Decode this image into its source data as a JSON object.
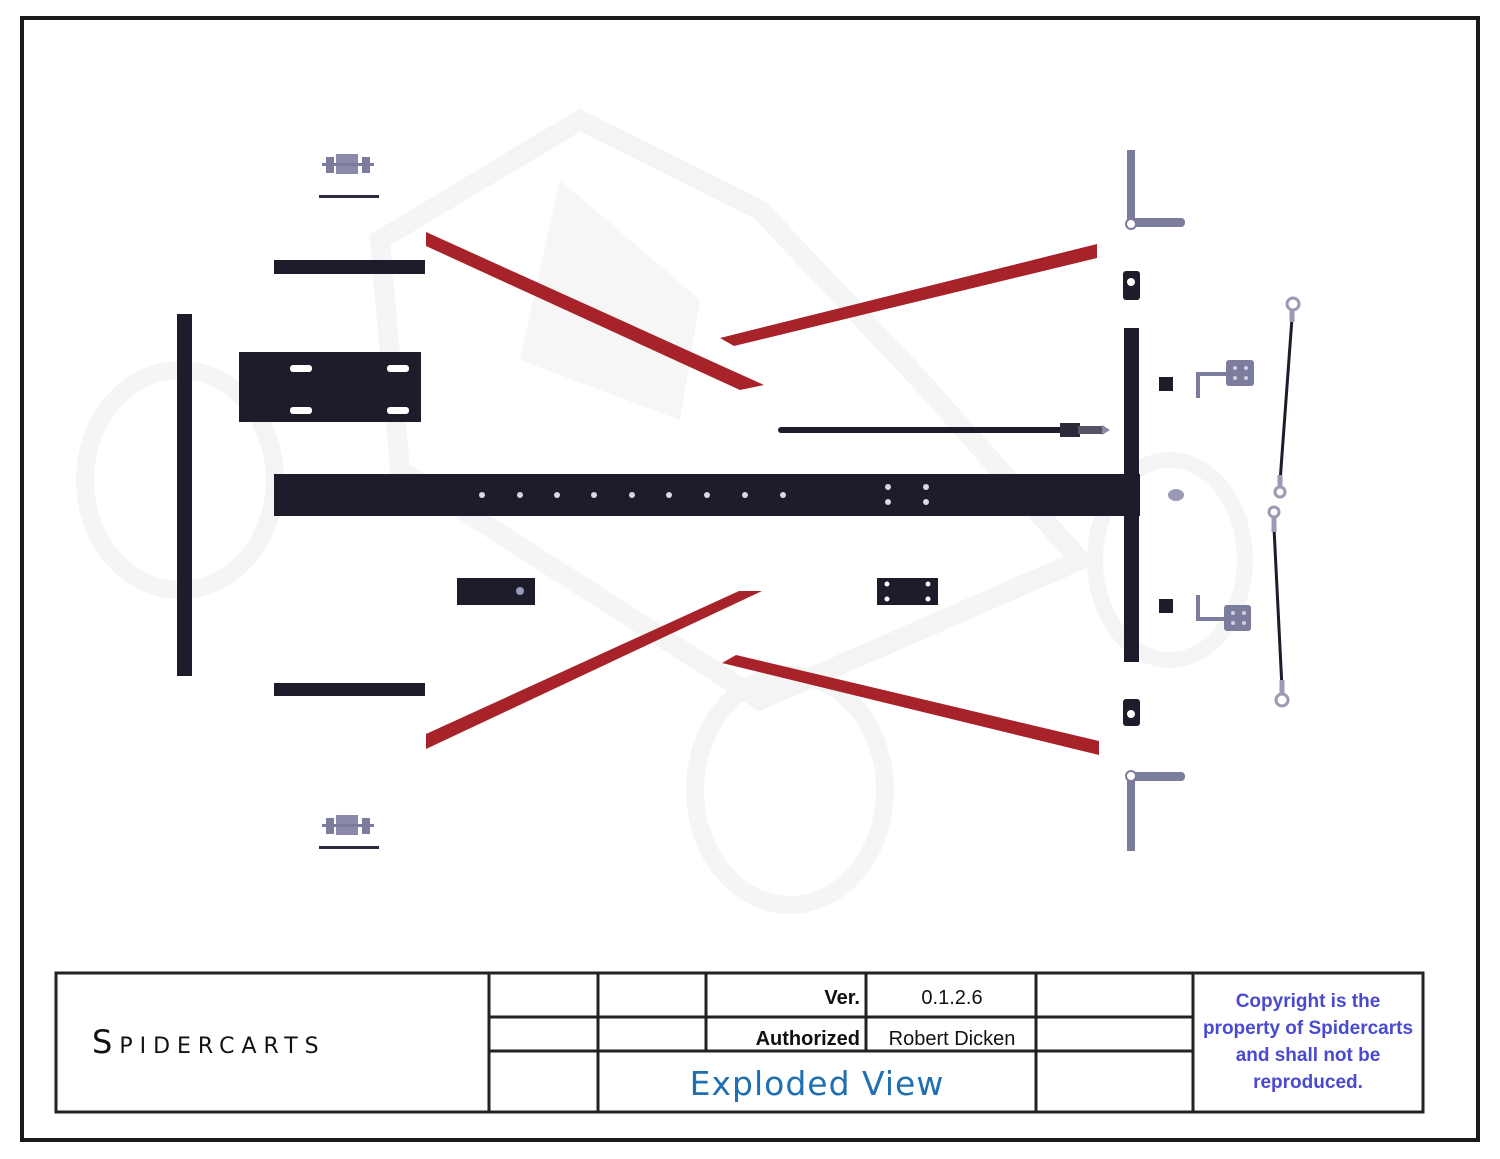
{
  "title_block": {
    "company": "Spidercarts",
    "version_label": "Ver.",
    "version_value": "0.1.2.6",
    "authorized_label": "Authorized",
    "authorized_value": "Robert Dicken",
    "view_title": "Exploded View",
    "copyright": "Copyright is the property of Spidercarts and shall not be reproduced."
  },
  "colors": {
    "frame_part": "#1c1c2b",
    "brace": "#a8222a",
    "hardware": "#7c7c9c",
    "view_title": "#1f6fb2",
    "copyright": "#4a4ad0",
    "border": "#1a1a1a"
  }
}
